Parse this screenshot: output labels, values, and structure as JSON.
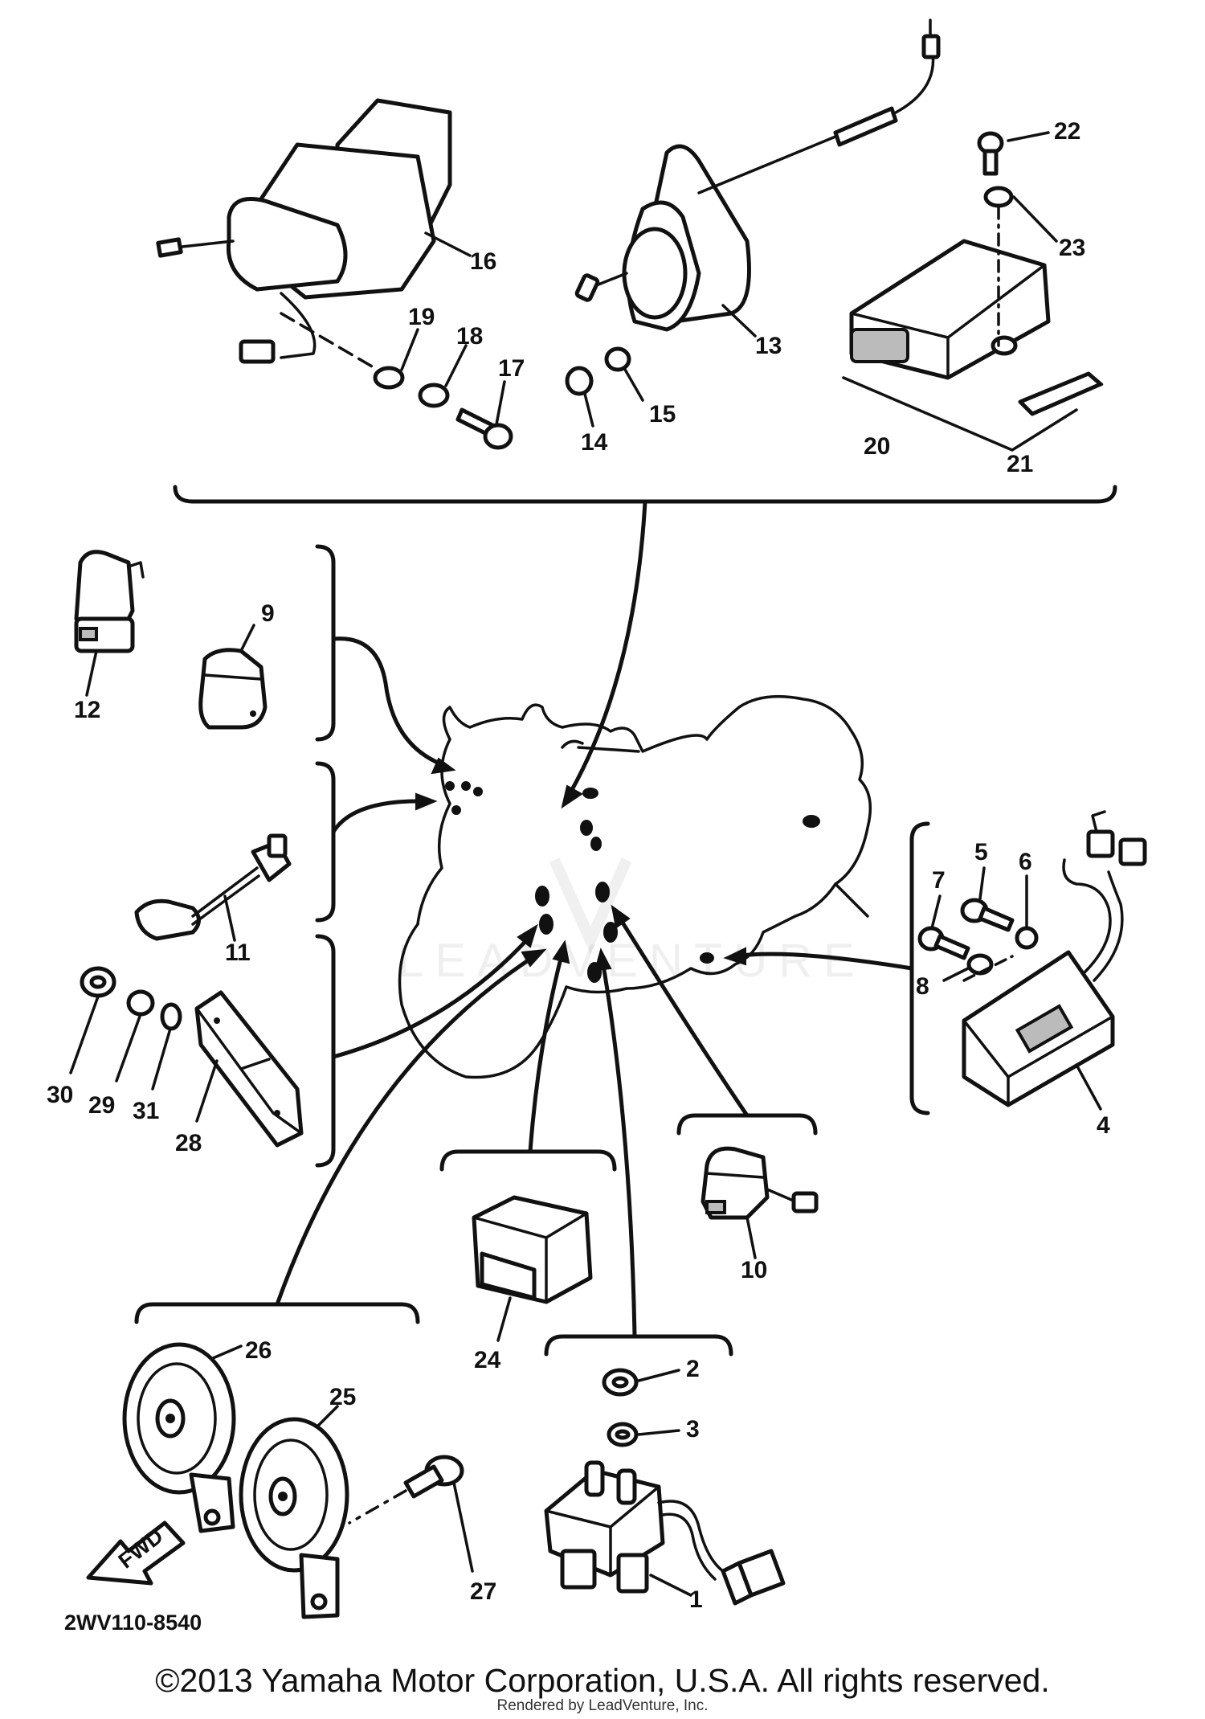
{
  "diagram": {
    "part_numbers": [
      "1",
      "2",
      "3",
      "4",
      "5",
      "6",
      "7",
      "8",
      "9",
      "10",
      "11",
      "12",
      "13",
      "14",
      "15",
      "16",
      "17",
      "18",
      "19",
      "20",
      "21",
      "22",
      "23",
      "24",
      "25",
      "26",
      "27",
      "28",
      "29",
      "30",
      "31"
    ],
    "direction_badge": "FWD",
    "drawing_code": "2WV110-8540",
    "watermark": "LEADVENTURE"
  },
  "footer": {
    "copyright": "©2013 Yamaha Motor Corporation, U.S.A. All rights reserved.",
    "rendered_by": "Rendered by LeadVenture, Inc."
  }
}
